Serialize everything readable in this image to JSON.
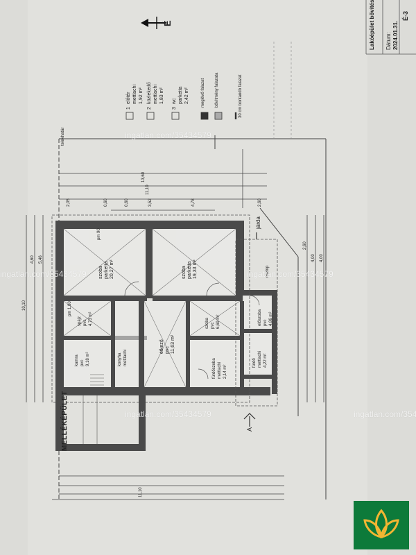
{
  "title_block": {
    "project": "Lakóépület bővítés",
    "date_label": "Dátum:",
    "date": "2024.01.31.",
    "sheet": "É-3"
  },
  "north_label": "É",
  "legend": {
    "items": [
      {
        "num": "1",
        "name": "előtér",
        "finish": "mettlachi",
        "area": "1,92 m²"
      },
      {
        "num": "2",
        "name": "közlekedő",
        "finish": "mettlachi",
        "area": "1,83 m²"
      },
      {
        "num": "3",
        "name": "wc",
        "finish": "parketta",
        "area": "2,42 m²"
      }
    ],
    "existing_wall": "meglévő falazat",
    "new_wall": "bővítmény falazata",
    "note": "30 cm bontandó falazat"
  },
  "rooms": [
    {
      "name": "szoba",
      "finish": "parketta",
      "area": "20,27 m²"
    },
    {
      "name": "szoba",
      "finish": "parketta",
      "area": "19,33 m²"
    },
    {
      "name": "spájz",
      "finish": "pvc",
      "area": "4,73 m²"
    },
    {
      "name": "kamra",
      "finish": "pvc",
      "area": "9,18 m²"
    },
    {
      "name": "konyha",
      "finish": "mettlachi",
      "area": ""
    },
    {
      "name": "étkező",
      "finish": "pvc",
      "area": "11,63 m²"
    },
    {
      "name": "fürdőszoba",
      "finish": "mettlachi",
      "area": "2,14 m²"
    },
    {
      "name": "szoba",
      "finish": "pvc",
      "area": "6,69 m²"
    },
    {
      "name": "előszoba",
      "finish": "pvc",
      "area": "4,86 m²"
    },
    {
      "name": "fürdő",
      "finish": "mettlachi",
      "area": "4,22 m²"
    }
  ],
  "annotations": {
    "annex": "MELLÉKÉPÜLET",
    "sidewalk": "járda",
    "section_mark": "A",
    "neighbor": "telekhatár",
    "pillar": "oszlop",
    "pm_90": "pm 90",
    "pm_180": "pm 1,80"
  },
  "dimensions": {
    "top_total": "11,10",
    "top_total2": "13,60",
    "top_parts": [
      "2,05",
      "0,60",
      "0,60",
      "3,52",
      "4,78",
      "2,60"
    ],
    "left_total": "10,10",
    "left_parts": [
      "4,60",
      "5,46"
    ],
    "right_parts": [
      "2,60",
      "4,00",
      "4,00"
    ],
    "bottom_total": "11,10"
  },
  "watermark": "ingatlan.com/35434579",
  "colors": {
    "wall": "#4a4a4a",
    "paper": "#e2e2df",
    "logo": "#0d7a3a",
    "logo_leaf": "#f2b632"
  }
}
